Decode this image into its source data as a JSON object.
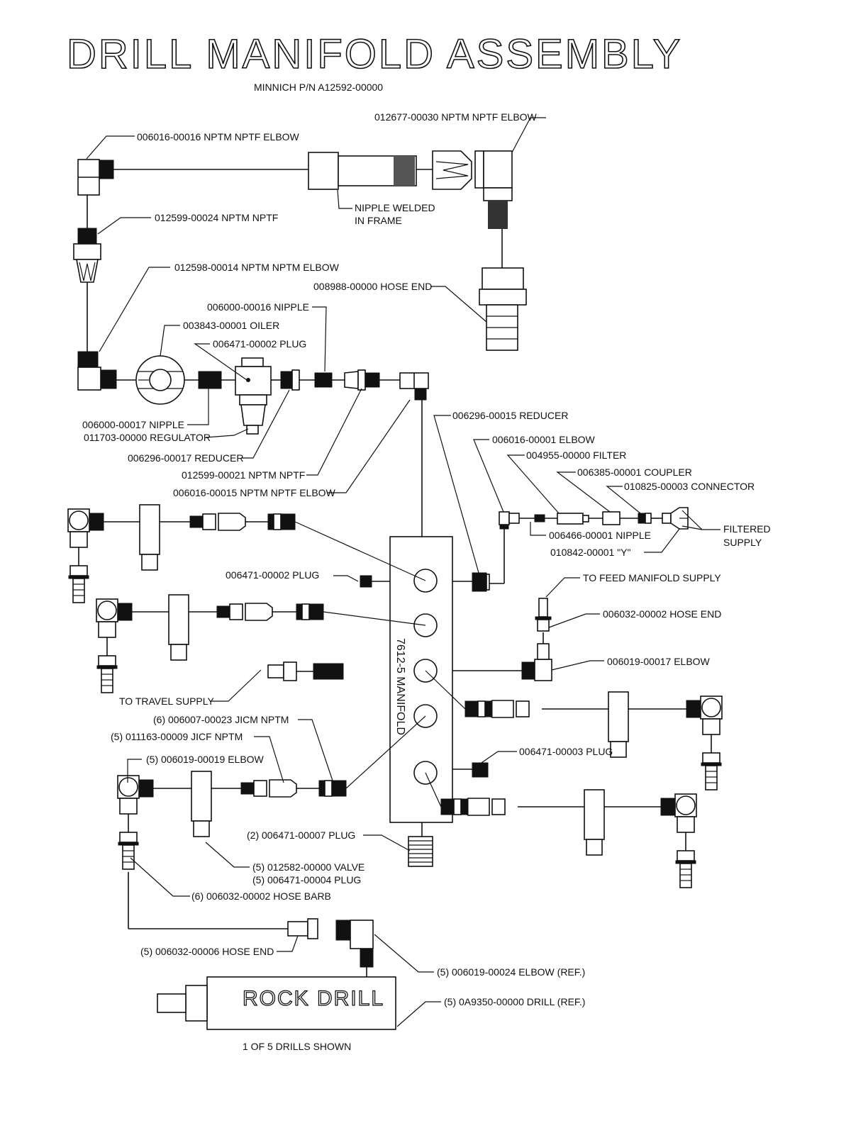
{
  "title": "DRILL MANIFOLD ASSEMBLY",
  "subtitle": "MINNICH P/N A12592-00000",
  "manifold_label": "7612-5 MANIFOLD",
  "drill_label": "ROCK DRILL",
  "footer_note": "1 OF 5 DRILLS SHOWN",
  "callouts": {
    "elbow_012677": "012677-00030 NPTM NPTF ELBOW",
    "elbow_006016_16": "006016-00016 NPTM NPTF ELBOW",
    "nipple_welded_1": "NIPPLE WELDED",
    "nipple_welded_2": "IN FRAME",
    "adapter_012599_24": "012599-00024 NPTM NPTF",
    "elbow_012598": "012598-00014 NPTM NPTM ELBOW",
    "hose_end_008988": "008988-00000 HOSE END",
    "nipple_006000_16": "006000-00016 NIPPLE",
    "oiler": "003843-00001 OILER",
    "plug_006471_02_top": "006471-00002 PLUG",
    "nipple_006000_17": "006000-00017 NIPPLE",
    "regulator": "011703-00000 REGULATOR",
    "reducer_006296_17": "006296-00017 REDUCER",
    "adapter_012599_21": "012599-00021 NPTM NPTF",
    "elbow_006016_15": "006016-00015 NPTM NPTF ELBOW",
    "reducer_006296_15": "006296-00015 REDUCER",
    "elbow_006016_01": "006016-00001 ELBOW",
    "filter": "004955-00000  FILTER",
    "coupler": "006385-00001 COUPLER",
    "connector": "010825-00003 CONNECTOR",
    "filtered_supply_1": "FILTERED",
    "filtered_supply_2": "SUPPLY",
    "nipple_006466": "006466-00001 NIPPLE",
    "y_fitting": "010842-00001 \"Y\"",
    "plug_006471_02_mid": "006471-00002 PLUG",
    "feed_manifold_supply": "TO FEED MANIFOLD SUPPLY",
    "hose_end_006032_02": "006032-00002 HOSE END",
    "elbow_006019_17": "006019-00017 ELBOW",
    "travel_supply": "TO TRAVEL SUPPLY",
    "jicm_nptm": "(6) 006007-00023 JICM NPTM",
    "jicf_nptm": "(5) 011163-00009 JICF NPTM",
    "elbow_006019_19": "(5) 006019-00019 ELBOW",
    "plug_006471_03": "006471-00003 PLUG",
    "plug_006471_07": "(2) 006471-00007 PLUG",
    "valve": "(5) 012582-00000 VALVE",
    "plug_006471_04": "(5) 006471-00004 PLUG",
    "hose_barb": "(6) 006032-00002 HOSE BARB",
    "hose_end_006032_06": "(5) 006032-00006 HOSE END",
    "elbow_006019_24": "(5) 006019-00024 ELBOW (REF.)",
    "drill_ref": "(5) 0A9350-00000 DRILL (REF.)"
  }
}
